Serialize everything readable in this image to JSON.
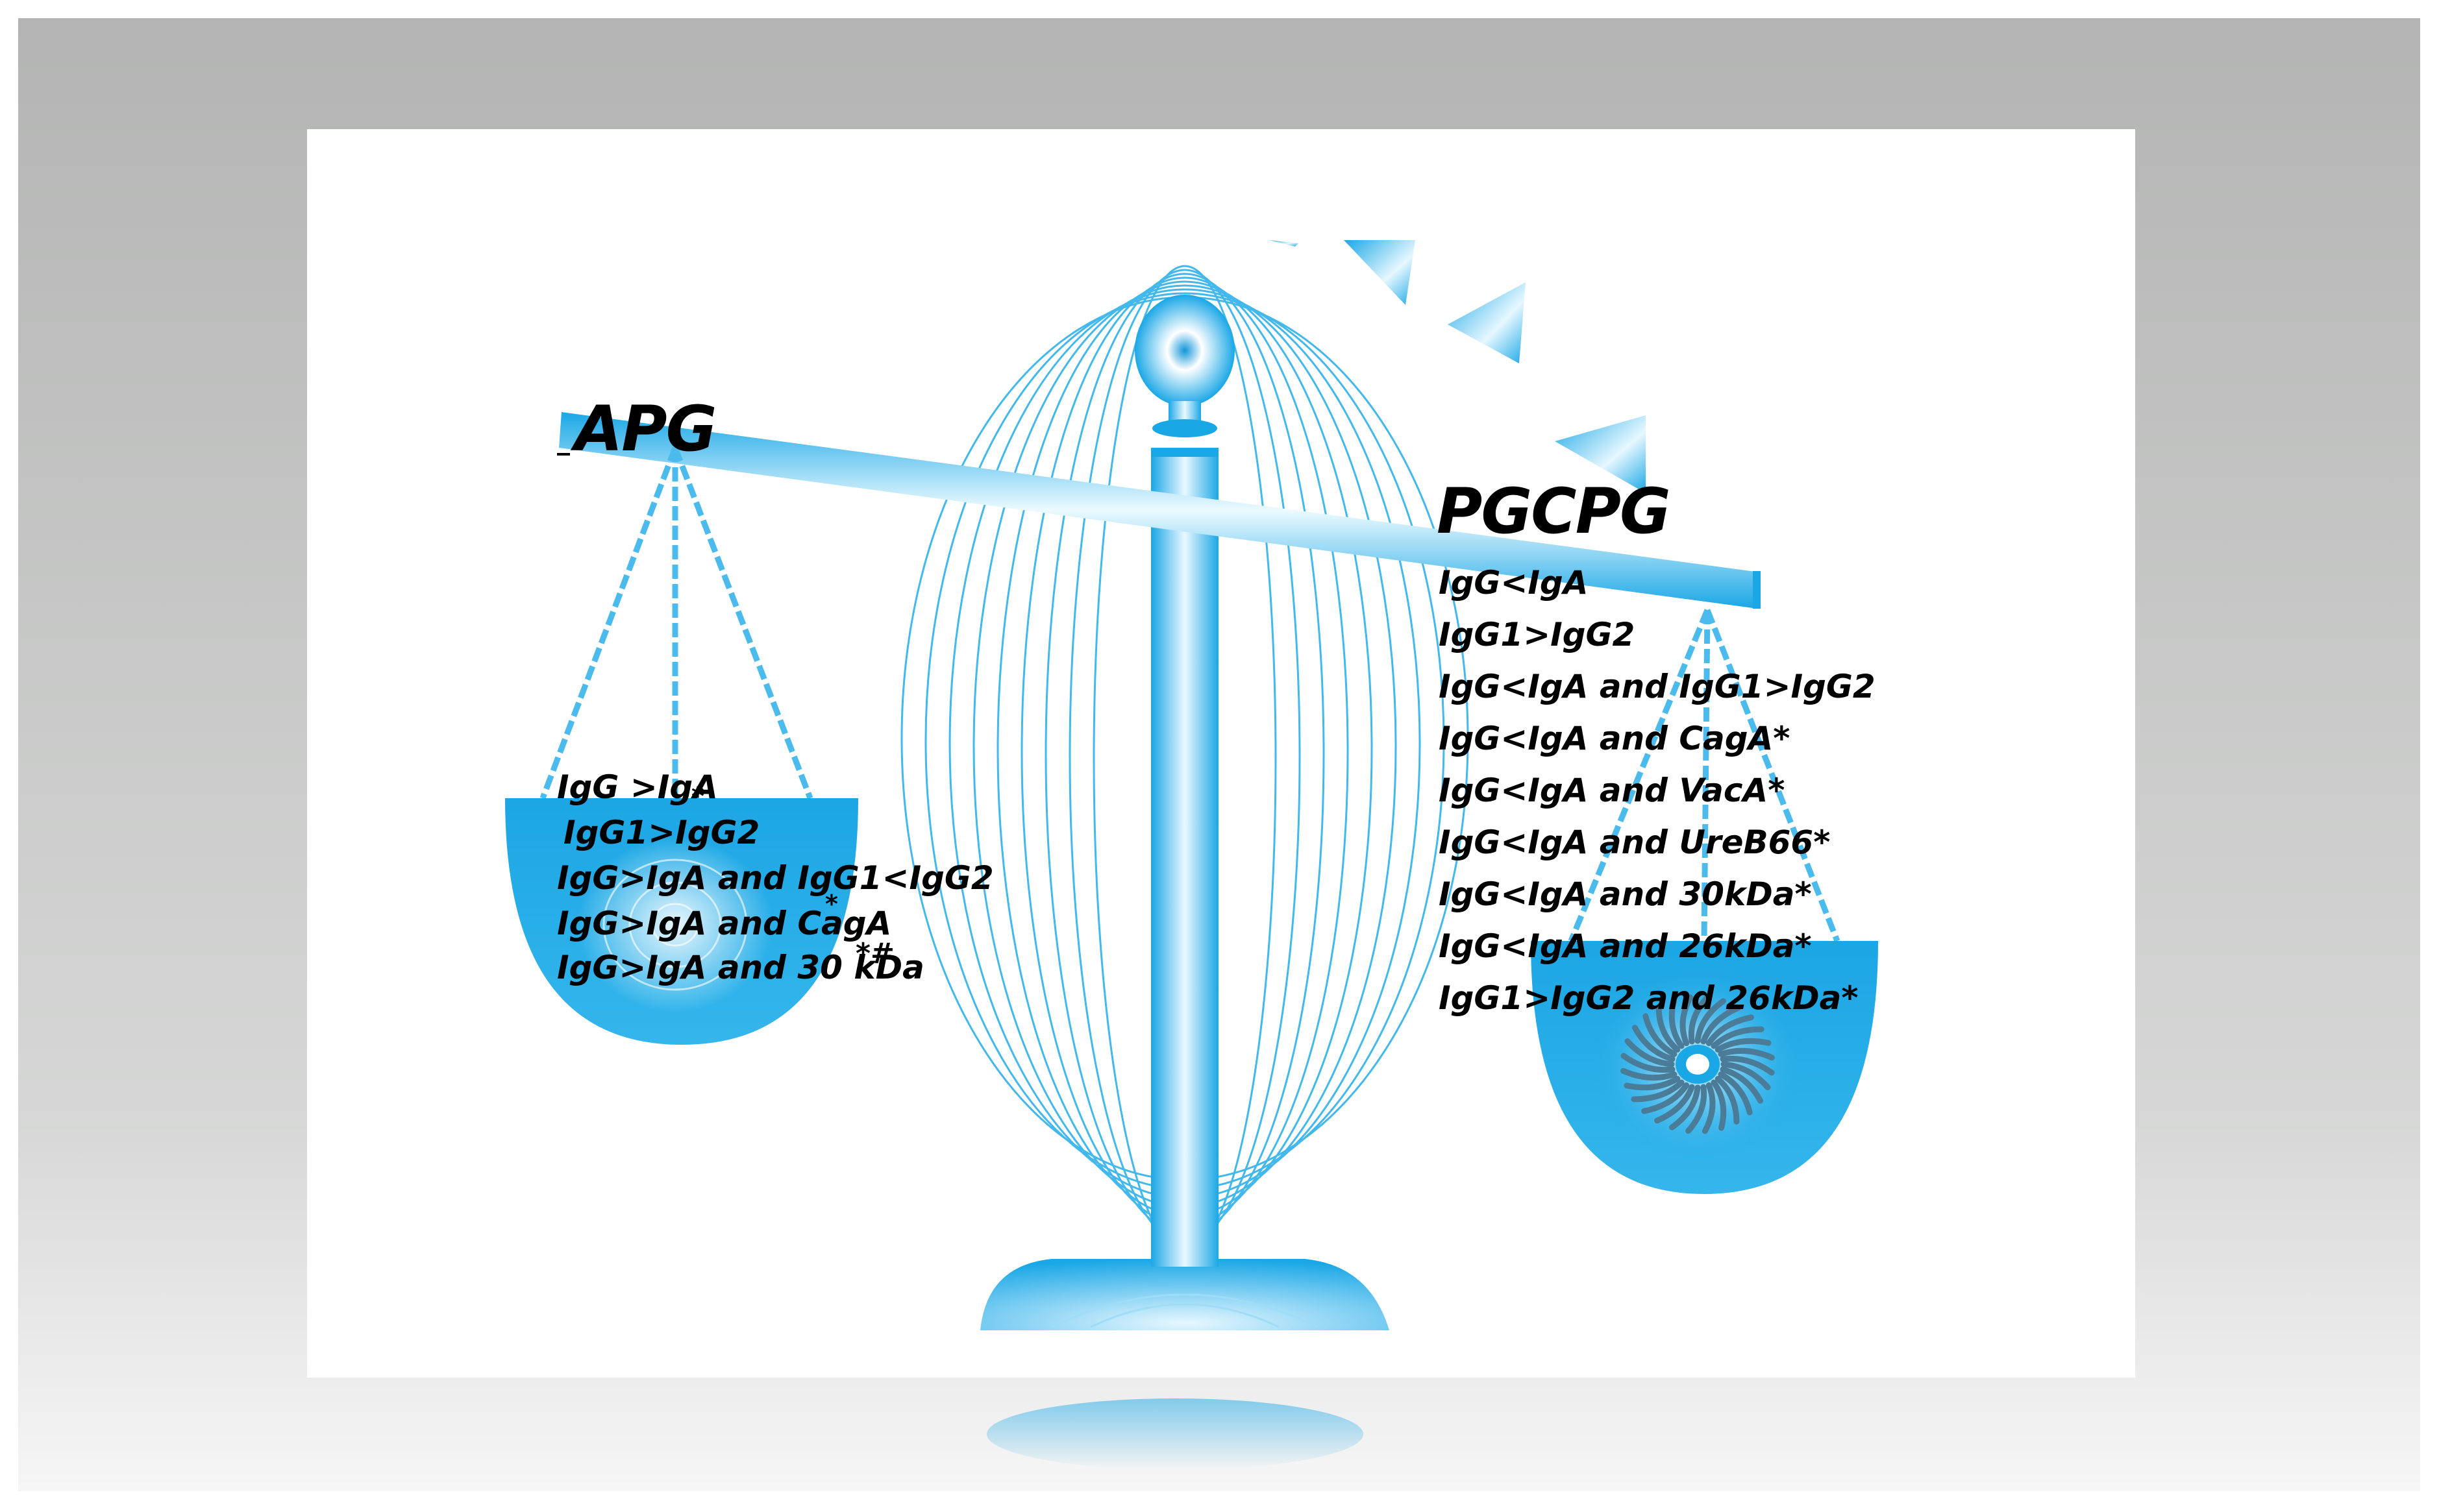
{
  "left_pan": {
    "title": "APG",
    "items": [
      "IgG >IgA",
      "IgG1>IgG2",
      "IgG>IgA and IgG1<IgG2",
      "IgG>IgA and CagA",
      "IgG>IgA and 30 kDa"
    ],
    "marks": [
      "*",
      "*",
      "*#"
    ]
  },
  "right_pan": {
    "title": "PGCPG",
    "items": [
      "IgG<IgA",
      "IgG1>IgG2",
      "IgG<IgA and IgG1>IgG2",
      "IgG<IgA and CagA*",
      "IgG<IgA and VacA*",
      "IgG<IgA and UreB66*",
      "IgG<IgA and 30kDa*",
      "IgG<IgA and 26kDa*",
      "IgG1>IgG2 and 26kDa*"
    ]
  },
  "colors": {
    "primary": "#1aa7e6",
    "light": "#cdeefc",
    "frame": "#b5b6b6"
  }
}
